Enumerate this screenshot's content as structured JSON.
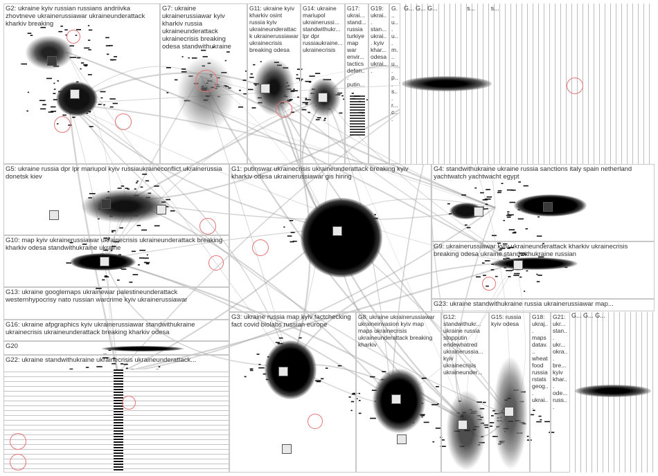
{
  "groups": [
    {
      "id": "G2",
      "label": "G2: ukraine kyiv russian russians andriivka zhovtneve ukrainerussiawar ukraineunderattack kharkiv breaking"
    },
    {
      "id": "G7",
      "label": "G7: ukraine ukrainerussiawar kyiv kharkiv russia ukraineunderattack ukrainecrisis breaking odesa standwithukraine"
    },
    {
      "id": "G11",
      "label": "G11: ukraine kyiv kharkiv osint russia kyiv ukraineunderattack ukrainerussiawar ukrainecrisis breaking odesa"
    },
    {
      "id": "G14",
      "label": "G14: ukraine mariupol ukrainerussi... standwithukr... lpr dpr russiaukraine... ukrainecrisis"
    },
    {
      "id": "G17",
      "label": "G17: ukrai... stand... russia turkiye map war envir... tactics defen... putin..."
    },
    {
      "id": "G19",
      "label": "G19: ukrai... stan... ukrai... kyiv khar... odesa ukrai..."
    },
    {
      "id": "G24",
      "label": "G... u... u... m... u... p... s... r... c..."
    },
    {
      "id": "G5",
      "label": "G5: ukraine russia dpr lpr mariupol kyiv russiaukraineconflict ukrainerussia donetsk kiev"
    },
    {
      "id": "G1",
      "label": "G1: putinswar ukrainecrisis ukraineunderattack breaking kyiv kharkiv odesa ukrainerussiawar gis hiring"
    },
    {
      "id": "G4",
      "label": "G4: standwithukraine ukraine russia sanctions italy spain netherland yachtwatch yachtwacht egypt"
    },
    {
      "id": "G10",
      "label": "G10: map kyiv ukrainerussiawar ukrainecrisis ukraineunderattack breaking kharkiv odesa standwithukraine ukraine"
    },
    {
      "id": "G9",
      "label": "G9: ukrainerussiawar kyiv ukraineunderattack kharkiv ukrainecrisis breaking odesa ukraine standwithukraine russian"
    },
    {
      "id": "G13",
      "label": "G13: ukraine googlemaps ukrainewar palestineunderattack westernhypocrisy nato russian warcrime kyiv ukrainerussiawar"
    },
    {
      "id": "G23",
      "label": "G23: ukraine standwithukraine russia ukrainerussiawar map..."
    },
    {
      "id": "G16",
      "label": "G16: ukraine afpgraphics kyiv ukrainerussiawar standwithukraine ukrainecrisis ukraineunderattack breaking kharkiv odesa"
    },
    {
      "id": "G20",
      "label": "G20"
    },
    {
      "id": "G22",
      "label": "G22: ukraine standwithukraine ukrainecrisis ukraineunderattack..."
    },
    {
      "id": "G3",
      "label": "G3: ukraine russia map kyiv factchecking fact covid biolabs russian europe"
    },
    {
      "id": "G8",
      "label": "G8: ukraine ukrainerussiawar ukraineinvasion kyiv map maps ukrainecrisis ukraineunderattack breaking kharkiv"
    },
    {
      "id": "G12",
      "label": "G12: standwithukr... ukraine russia stopputin endewhatred ukrainerussia... kyiv ukrainecrisis ukraineunder..."
    },
    {
      "id": "G15",
      "label": "G15: russia kyiv odesa"
    },
    {
      "id": "G18",
      "label": "G18: ukraj... maps datav... wheat food russia rstats geog... ukrai..."
    },
    {
      "id": "G21",
      "label": "G21: ukr... stan... ukr... okra... bre... kyiv khar... ode... russ..."
    },
    {
      "id": "G25",
      "label": "G..."
    },
    {
      "id": "G26",
      "label": "G..."
    },
    {
      "id": "G27",
      "label": "G..."
    }
  ],
  "top_right_labels": [
    "G...",
    "G...",
    "G...",
    "s...",
    "s..."
  ],
  "colors": {
    "edge": "#a0a0a0",
    "node": "#111111",
    "box_border": "#c8c8c8",
    "ring": "#e57373",
    "hub_light": "#e8e8e8"
  }
}
